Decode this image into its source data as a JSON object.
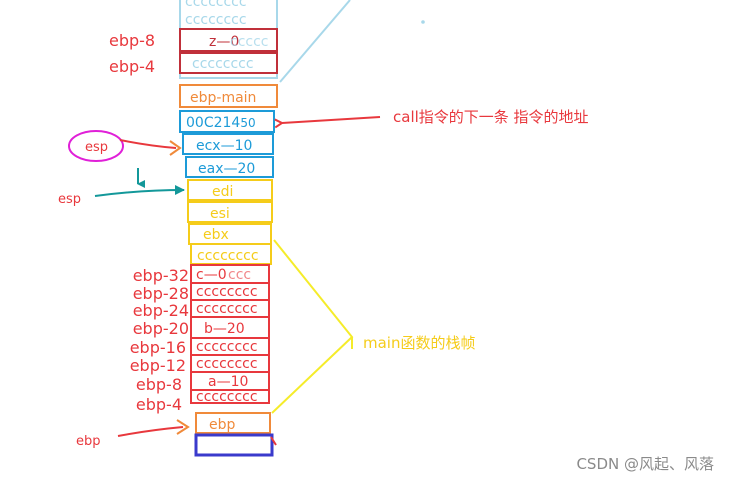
{
  "top_frame": {
    "filler": "cccccccc",
    "row_z": "z—0",
    "labels": {
      "ebp8": "ebp-8",
      "ebp4": "ebp-4"
    }
  },
  "ebp_main": "ebp-main",
  "return_address": {
    "prefix": "00C214",
    "suffix": "50"
  },
  "call_note": "call指令的下一条 指令的地址",
  "args": {
    "ecx": "ecx—10",
    "eax": "eax—20"
  },
  "saved_regs": {
    "edi": "edi",
    "esi": "esi",
    "ebx": "ebx"
  },
  "esp_labels": {
    "first": "esp",
    "second": "esp"
  },
  "main_frame": {
    "filler": "cccccccc",
    "c_value": "c—0",
    "b_value": "b—20",
    "a_value": "a—10",
    "offsets": [
      "ebp-32",
      "ebp-28",
      "ebp-24",
      "ebp-20",
      "ebp-16",
      "ebp-12",
      "ebp-8",
      "ebp-4"
    ],
    "label": "main函数的栈帧"
  },
  "ebp_bottom": "ebp",
  "ebp_side": "ebp",
  "watermark": "CSDN @风起、风落",
  "colors": {
    "light_blue": "#a8d8ea",
    "red": "#e8383d",
    "orange": "#f08a3a",
    "blue": "#1d9bd8",
    "yellow": "#f5cc1a",
    "teal": "#13989a",
    "magenta": "#e020d8",
    "dark_blue": "#3a3acc"
  }
}
